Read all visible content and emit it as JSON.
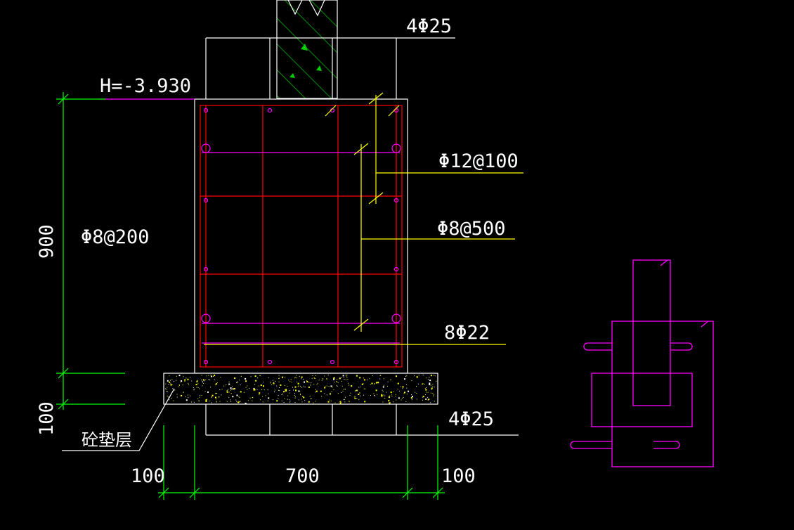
{
  "labels": {
    "top_rebar": "4Φ25",
    "elevation": "H=-3.930",
    "stirrup_dense": "Φ12@100",
    "stirrup_left": "Φ8@200",
    "tie_bar": "Φ8@500",
    "side_rebar": "8Φ22",
    "bottom_rebar": "4Φ25",
    "cushion": "砼垫层"
  },
  "dimensions": {
    "height": "900",
    "cushion_thickness": "100",
    "left_offset": "100",
    "width": "700",
    "right_offset": "100"
  },
  "colors": {
    "background": "#000000",
    "outline": "#ffffff",
    "rebar_main": "#ff0000",
    "stirrup": "#ff00ff",
    "leader": "#ffff00",
    "dimension": "#00ff00",
    "column_hatch": "#00ff00",
    "cushion_dots": "#ffff00"
  }
}
